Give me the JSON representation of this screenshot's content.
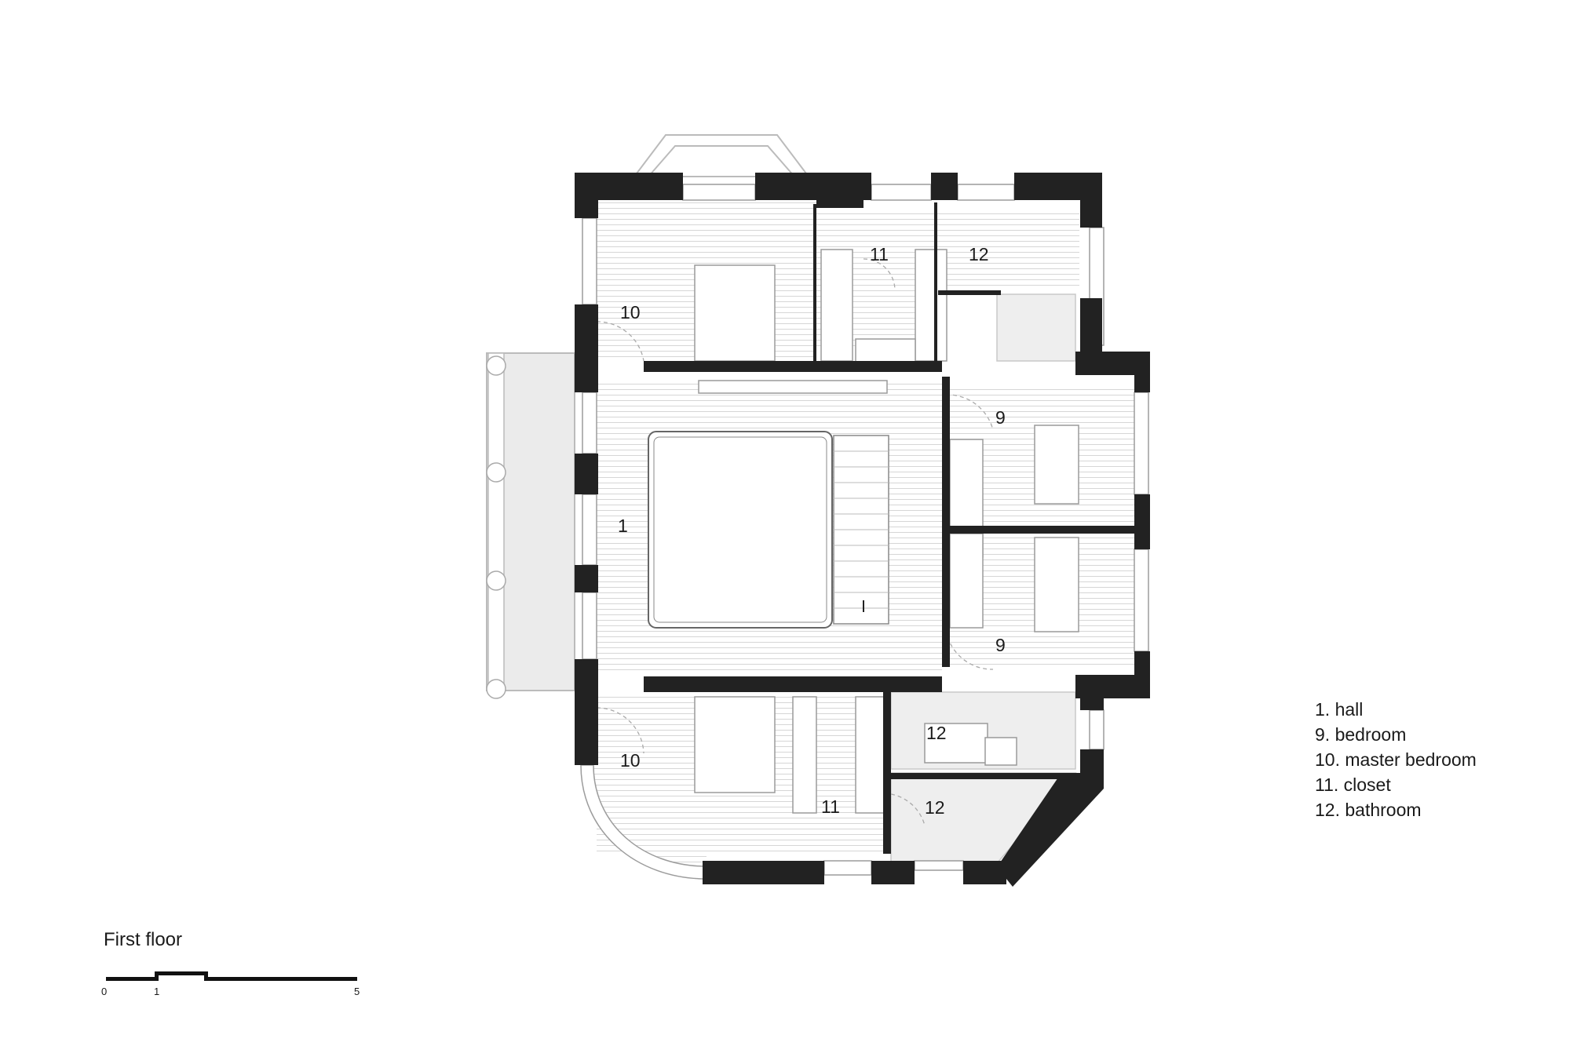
{
  "drawing": {
    "colors": {
      "wall": "#222222",
      "floor_line": "#d4d4d4",
      "wet_area": "#eeeeee",
      "outline": "#bbbbbb"
    },
    "room_numbers": {
      "hall": "1",
      "bedroom_upper": "9",
      "bedroom_lower": "9",
      "master_bedroom_upper": "10",
      "master_bedroom_lower": "10",
      "closet_upper": "11",
      "closet_lower": "11",
      "bathroom_upper": "12",
      "bathroom_mid": "12",
      "bathroom_lower": "12"
    }
  },
  "legend": {
    "items": [
      "1. hall",
      "9. bedroom",
      "10. master bedroom",
      "11. closet",
      "12. bathroom"
    ]
  },
  "caption": "First floor",
  "scale_bar": {
    "ticks": [
      "0",
      "1",
      "5"
    ]
  }
}
